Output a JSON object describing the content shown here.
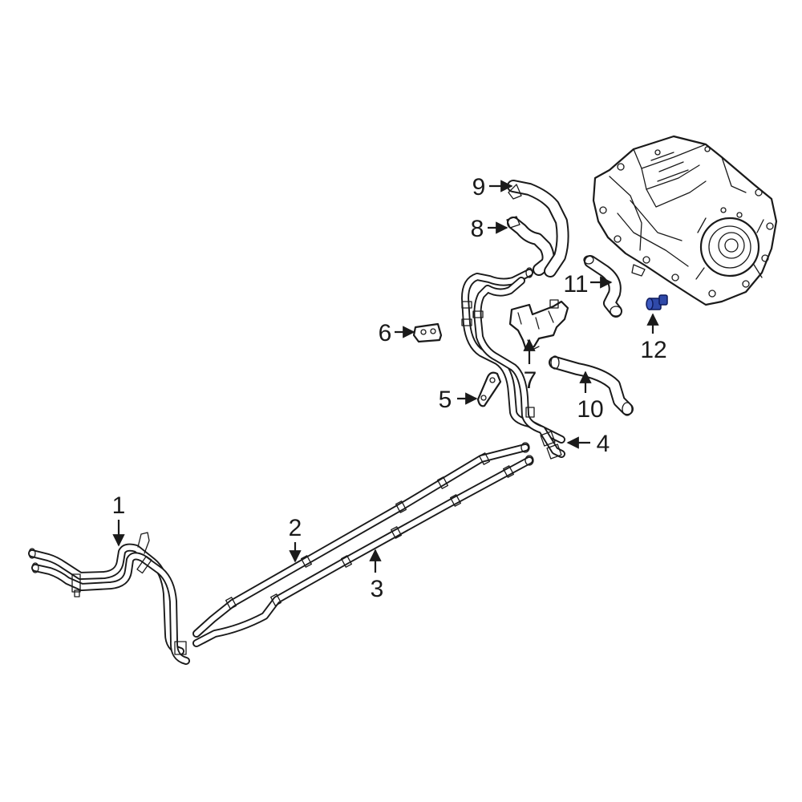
{
  "callouts": {
    "p1": "1",
    "p2": "2",
    "p3": "3",
    "p4": "4",
    "p5": "5",
    "p6": "6",
    "p7": "7",
    "p8": "8",
    "p9": "9",
    "p10": "10",
    "p11": "11",
    "p12": "12"
  },
  "colors": {
    "line": "#1a1a1a",
    "background": "#ffffff",
    "highlight_fill": "#2f49a8",
    "highlight_stroke": "#0e1a5c"
  }
}
